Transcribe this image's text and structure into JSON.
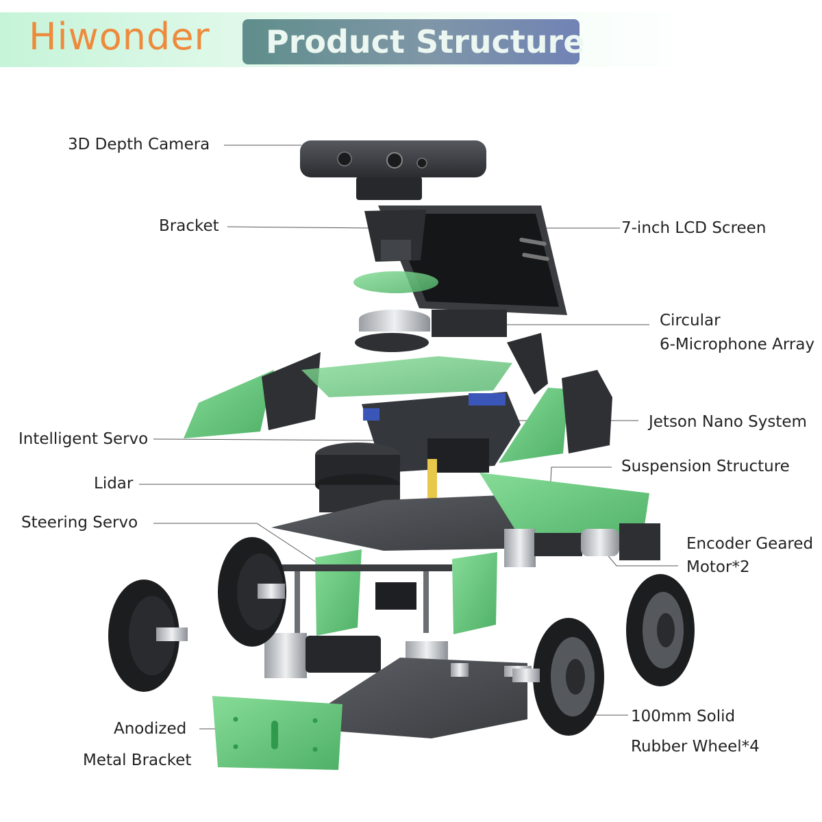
{
  "header": {
    "brand": "Hiwonder",
    "title": "Product Structure"
  },
  "labels": {
    "depth_camera": "3D Depth Camera",
    "bracket": "Bracket",
    "lcd_screen": "7-inch LCD Screen",
    "mic_array_line1": "Circular",
    "mic_array_line2": "6-Microphone Array",
    "jetson_nano": "Jetson Nano System",
    "intelligent_servo": "Intelligent Servo",
    "suspension": "Suspension Structure",
    "lidar": "Lidar",
    "steering_servo": "Steering Servo",
    "encoder_motor_line1": "Encoder Geared",
    "encoder_motor_line2": "Motor*2",
    "wheel_line1": "100mm Solid",
    "wheel_line2": "Rubber Wheel*4",
    "anodized_line1": "Anodized",
    "anodized_line2": "Metal Bracket"
  },
  "colors": {
    "brand_orange": "#ee8a3c",
    "title_bg_start": "#5f8e8b",
    "title_bg_end": "#7183b5",
    "bracket_green": "#63c87a",
    "metal_dark": "#2d2f33",
    "leader_line": "#555555"
  }
}
